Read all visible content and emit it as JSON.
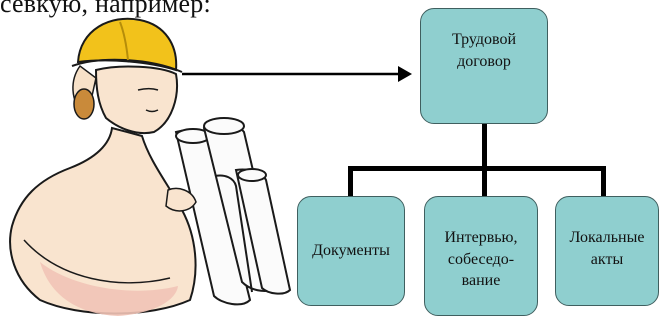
{
  "intro_text": "севкую, например:",
  "diagram": {
    "main_box": "Трудовой договор",
    "children": [
      {
        "label": "Документы"
      },
      {
        "label": "Интервью, собеседо-вание"
      },
      {
        "label": "Локальные акты"
      }
    ]
  },
  "illustration": {
    "subject": "worker-in-hardhat-with-blueprints",
    "colors": {
      "helmet": "#f2c21b",
      "skin": "#f9e4cf",
      "shadow": "#f1c3b6",
      "outline": "#1a1a1a"
    }
  },
  "colors": {
    "box_fill": "#8fcfcf",
    "box_border": "#3f5f5f",
    "connector": "#000000"
  }
}
